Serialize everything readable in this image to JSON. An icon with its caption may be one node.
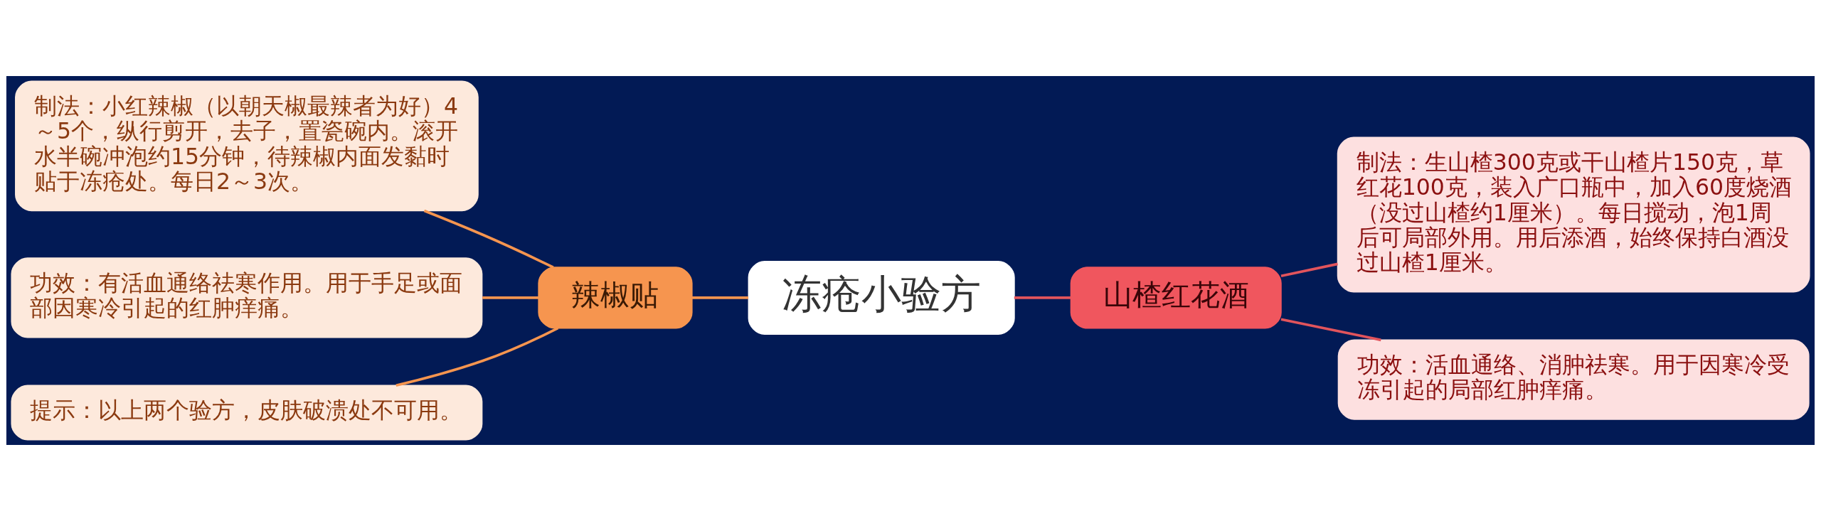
{
  "diagram": {
    "nodes": [
      {
        "text": [
          "冻疮小验方"
        ]
      },
      {
        "text": [
          "辣椒贴"
        ]
      },
      {
        "text": [
          "制法：小红辣椒（以朝天椒最辣者为好）4～5个，纵行剪开，去子，置瓷碗内。滚开水半碗冲泡约15分钟，待辣椒内面发黏时贴于冻疮处。每日2～3次。"
        ]
      },
      {
        "text": [
          "功效：有活血通络祛寒作用。用于手足或面部因寒冷引起的红肿痒痛。"
        ]
      },
      {
        "text": [
          "提示：以上两个验方，皮肤破溃处不可用。"
        ]
      },
      {
        "text": [
          "山楂红花酒"
        ]
      },
      {
        "text": [
          "制法：生山楂300克或干山楂片150克，草红花100克，装入广口瓶中，加入60度烧酒（没过山楂约1厘米）。每日搅动，泡1周后可局部外用。用后添酒，始终保持白酒没过山楂1厘米。"
        ]
      },
      {
        "text": [
          "功效：活血通络、消肿祛寒。用于因寒冷受冻引起的局部红肿痒痛。"
        ]
      }
    ],
    "edges": [
      {
        "from": 0,
        "to": 1,
        "arrow": "none",
        "color": "#f6954f"
      },
      {
        "from": 1,
        "to": 2,
        "arrow": "none",
        "color": "#f6954f"
      },
      {
        "from": 1,
        "to": 3,
        "arrow": "none",
        "color": "#f6954f"
      },
      {
        "from": 1,
        "to": 4,
        "arrow": "none",
        "color": "#f6954f"
      },
      {
        "from": 0,
        "to": 5,
        "arrow": "none",
        "color": "#e2545c"
      },
      {
        "from": 5,
        "to": 6,
        "arrow": "none",
        "color": "#e2545c"
      },
      {
        "from": 5,
        "to": 7,
        "arrow": "none",
        "color": "#e2545c"
      }
    ]
  }
}
